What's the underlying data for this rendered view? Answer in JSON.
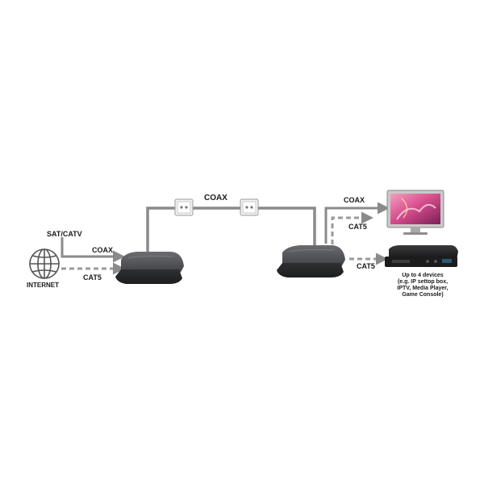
{
  "diagram": {
    "labels": {
      "sat_catv": "SAT/CATV",
      "coax_left": "COAX",
      "cat5_left": "CAT5",
      "internet": "INTERNET",
      "coax_middle": "COAX",
      "coax_right": "COAX",
      "cat5_right_top": "CAT5",
      "cat5_right_bottom": "CAT5"
    },
    "devices_note": {
      "line1": "Up to 4 devices",
      "line2": "(e.g. IP settop box,",
      "line3": "IPTV, Media Player,",
      "line4": "Game Console)"
    },
    "icons": [
      "globe-icon",
      "adapter-device",
      "coax-wall-socket",
      "tv-monitor",
      "settop-box"
    ],
    "colors": {
      "cable_solid": "#8a8a8a",
      "cable_dashed": "#9a9a9a",
      "device_body": "#3a3b3d",
      "text": "#1a1a1a"
    }
  }
}
